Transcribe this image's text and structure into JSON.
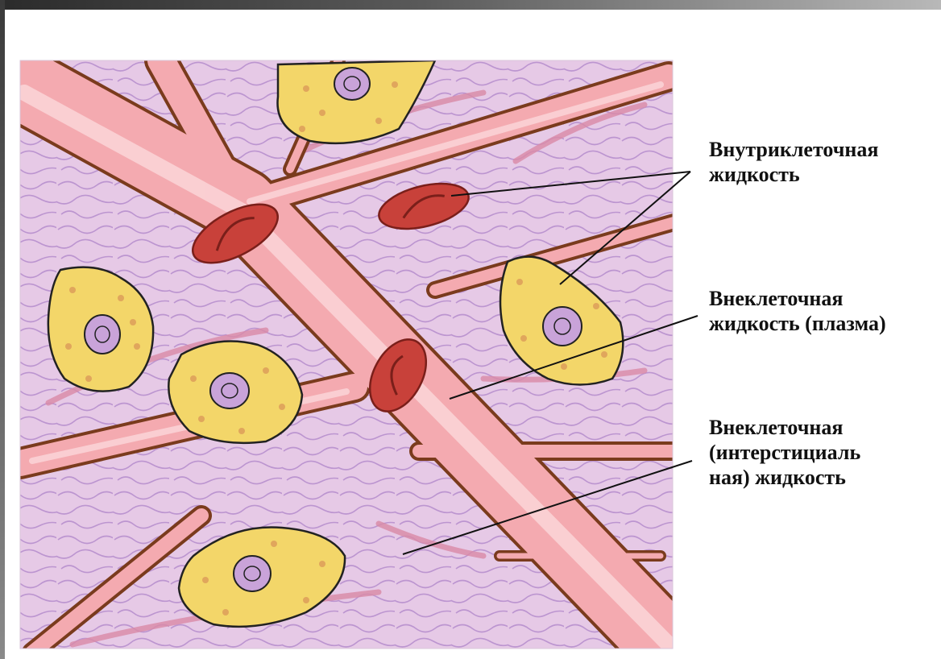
{
  "labels": {
    "intracellular": "Внутриклеточная\nжидкость",
    "plasma": "Внеклеточная\nжидкость (плазма)",
    "interstitial": "Внеклеточная\n(интерстициаль\nная) жидкость"
  },
  "colors": {
    "interstitial_fill": "#e6c9e6",
    "fiber": "#b48ccc",
    "vessel": "#f4aab0",
    "vessel_highlight": "#fbd3d6",
    "vessel_wall": "#7a3b1d",
    "vessel_wall_inner": "#e8a77a",
    "cell_body": "#f3d669",
    "cell_granule": "#e0a65c",
    "nucleus": "#c9a3d9",
    "red_blood_cell": "#c8413a",
    "collagen_band": "#d98aa6"
  }
}
